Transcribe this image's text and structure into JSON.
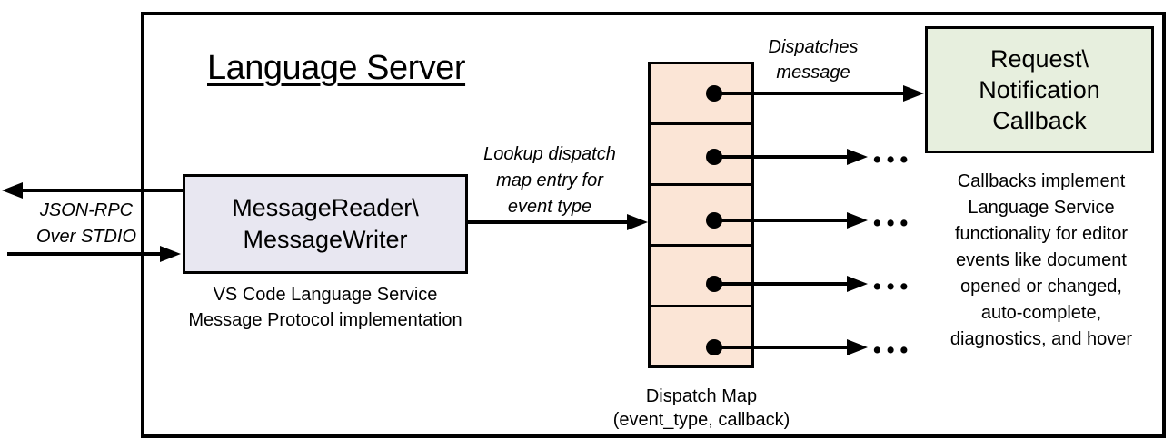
{
  "colors": {
    "line": "#000000",
    "reader_fill": "#e8e7f1",
    "map_cell_fill": "#fbe5d6",
    "callback_fill": "#e7efde"
  },
  "outer": {
    "title": "Language Server"
  },
  "io": {
    "label_line1": "JSON-RPC",
    "label_line2": "Over STDIO"
  },
  "reader": {
    "line1": "MessageReader\\",
    "line2": "MessageWriter",
    "caption_line1": "VS Code Language Service",
    "caption_line2": "Message Protocol implementation"
  },
  "lookup": {
    "line1": "Lookup dispatch",
    "line2": "map entry for",
    "line3": "event type"
  },
  "dispatches": {
    "line1": "Dispatches",
    "line2": "message"
  },
  "dispatch_map": {
    "label_line1": "Dispatch Map",
    "label_line2": "(event_type, callback)",
    "ellipsis": "•••"
  },
  "callback": {
    "line1": "Request\\",
    "line2": "Notification",
    "line3": "Callback",
    "description": [
      "Callbacks implement",
      "Language Service",
      "functionality for editor",
      "events like document",
      "opened or changed,",
      "auto-complete,",
      "diagnostics, and hover"
    ]
  }
}
